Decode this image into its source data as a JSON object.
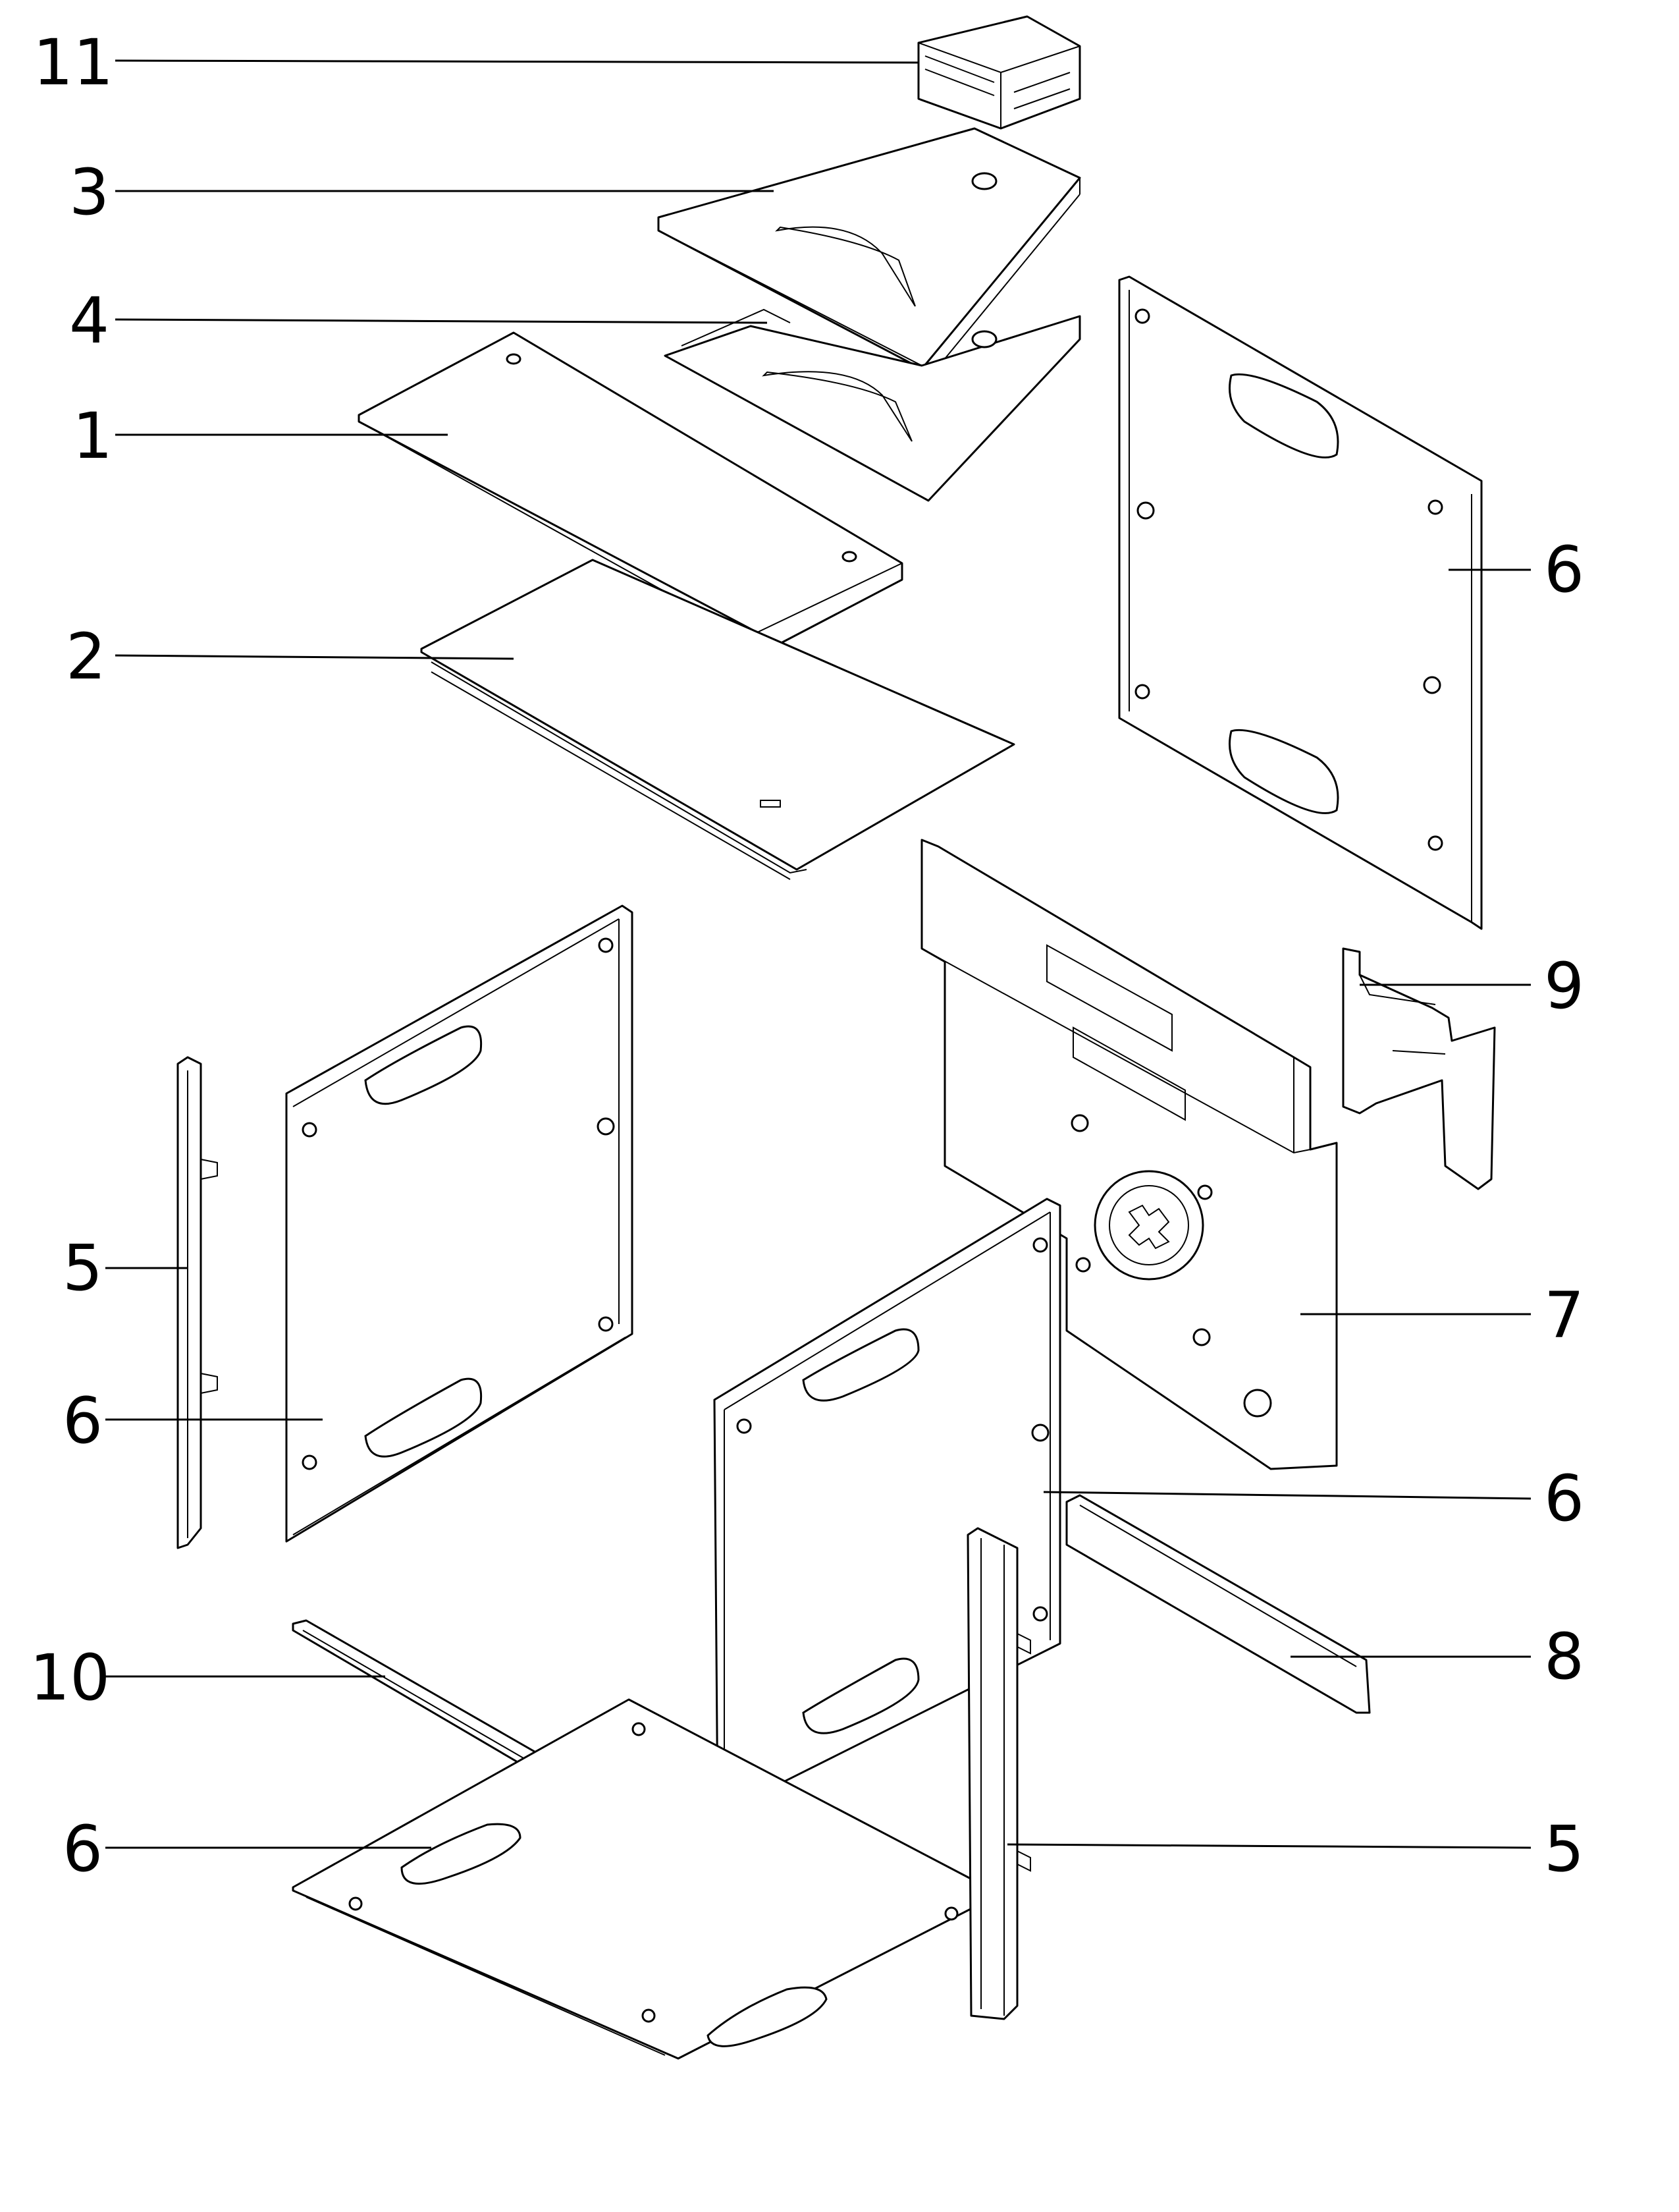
{
  "diagram": {
    "callouts": [
      {
        "id": "c11",
        "label": "11"
      },
      {
        "id": "c3",
        "label": "3"
      },
      {
        "id": "c4",
        "label": "4"
      },
      {
        "id": "c1",
        "label": "1"
      },
      {
        "id": "c2",
        "label": "2"
      },
      {
        "id": "c6a",
        "label": "6"
      },
      {
        "id": "c9",
        "label": "9"
      },
      {
        "id": "c5a",
        "label": "5"
      },
      {
        "id": "c7",
        "label": "7"
      },
      {
        "id": "c6b",
        "label": "6"
      },
      {
        "id": "c6c",
        "label": "6"
      },
      {
        "id": "c8",
        "label": "8"
      },
      {
        "id": "c10",
        "label": "10"
      },
      {
        "id": "c6d",
        "label": "6"
      },
      {
        "id": "c5b",
        "label": "5"
      }
    ]
  }
}
